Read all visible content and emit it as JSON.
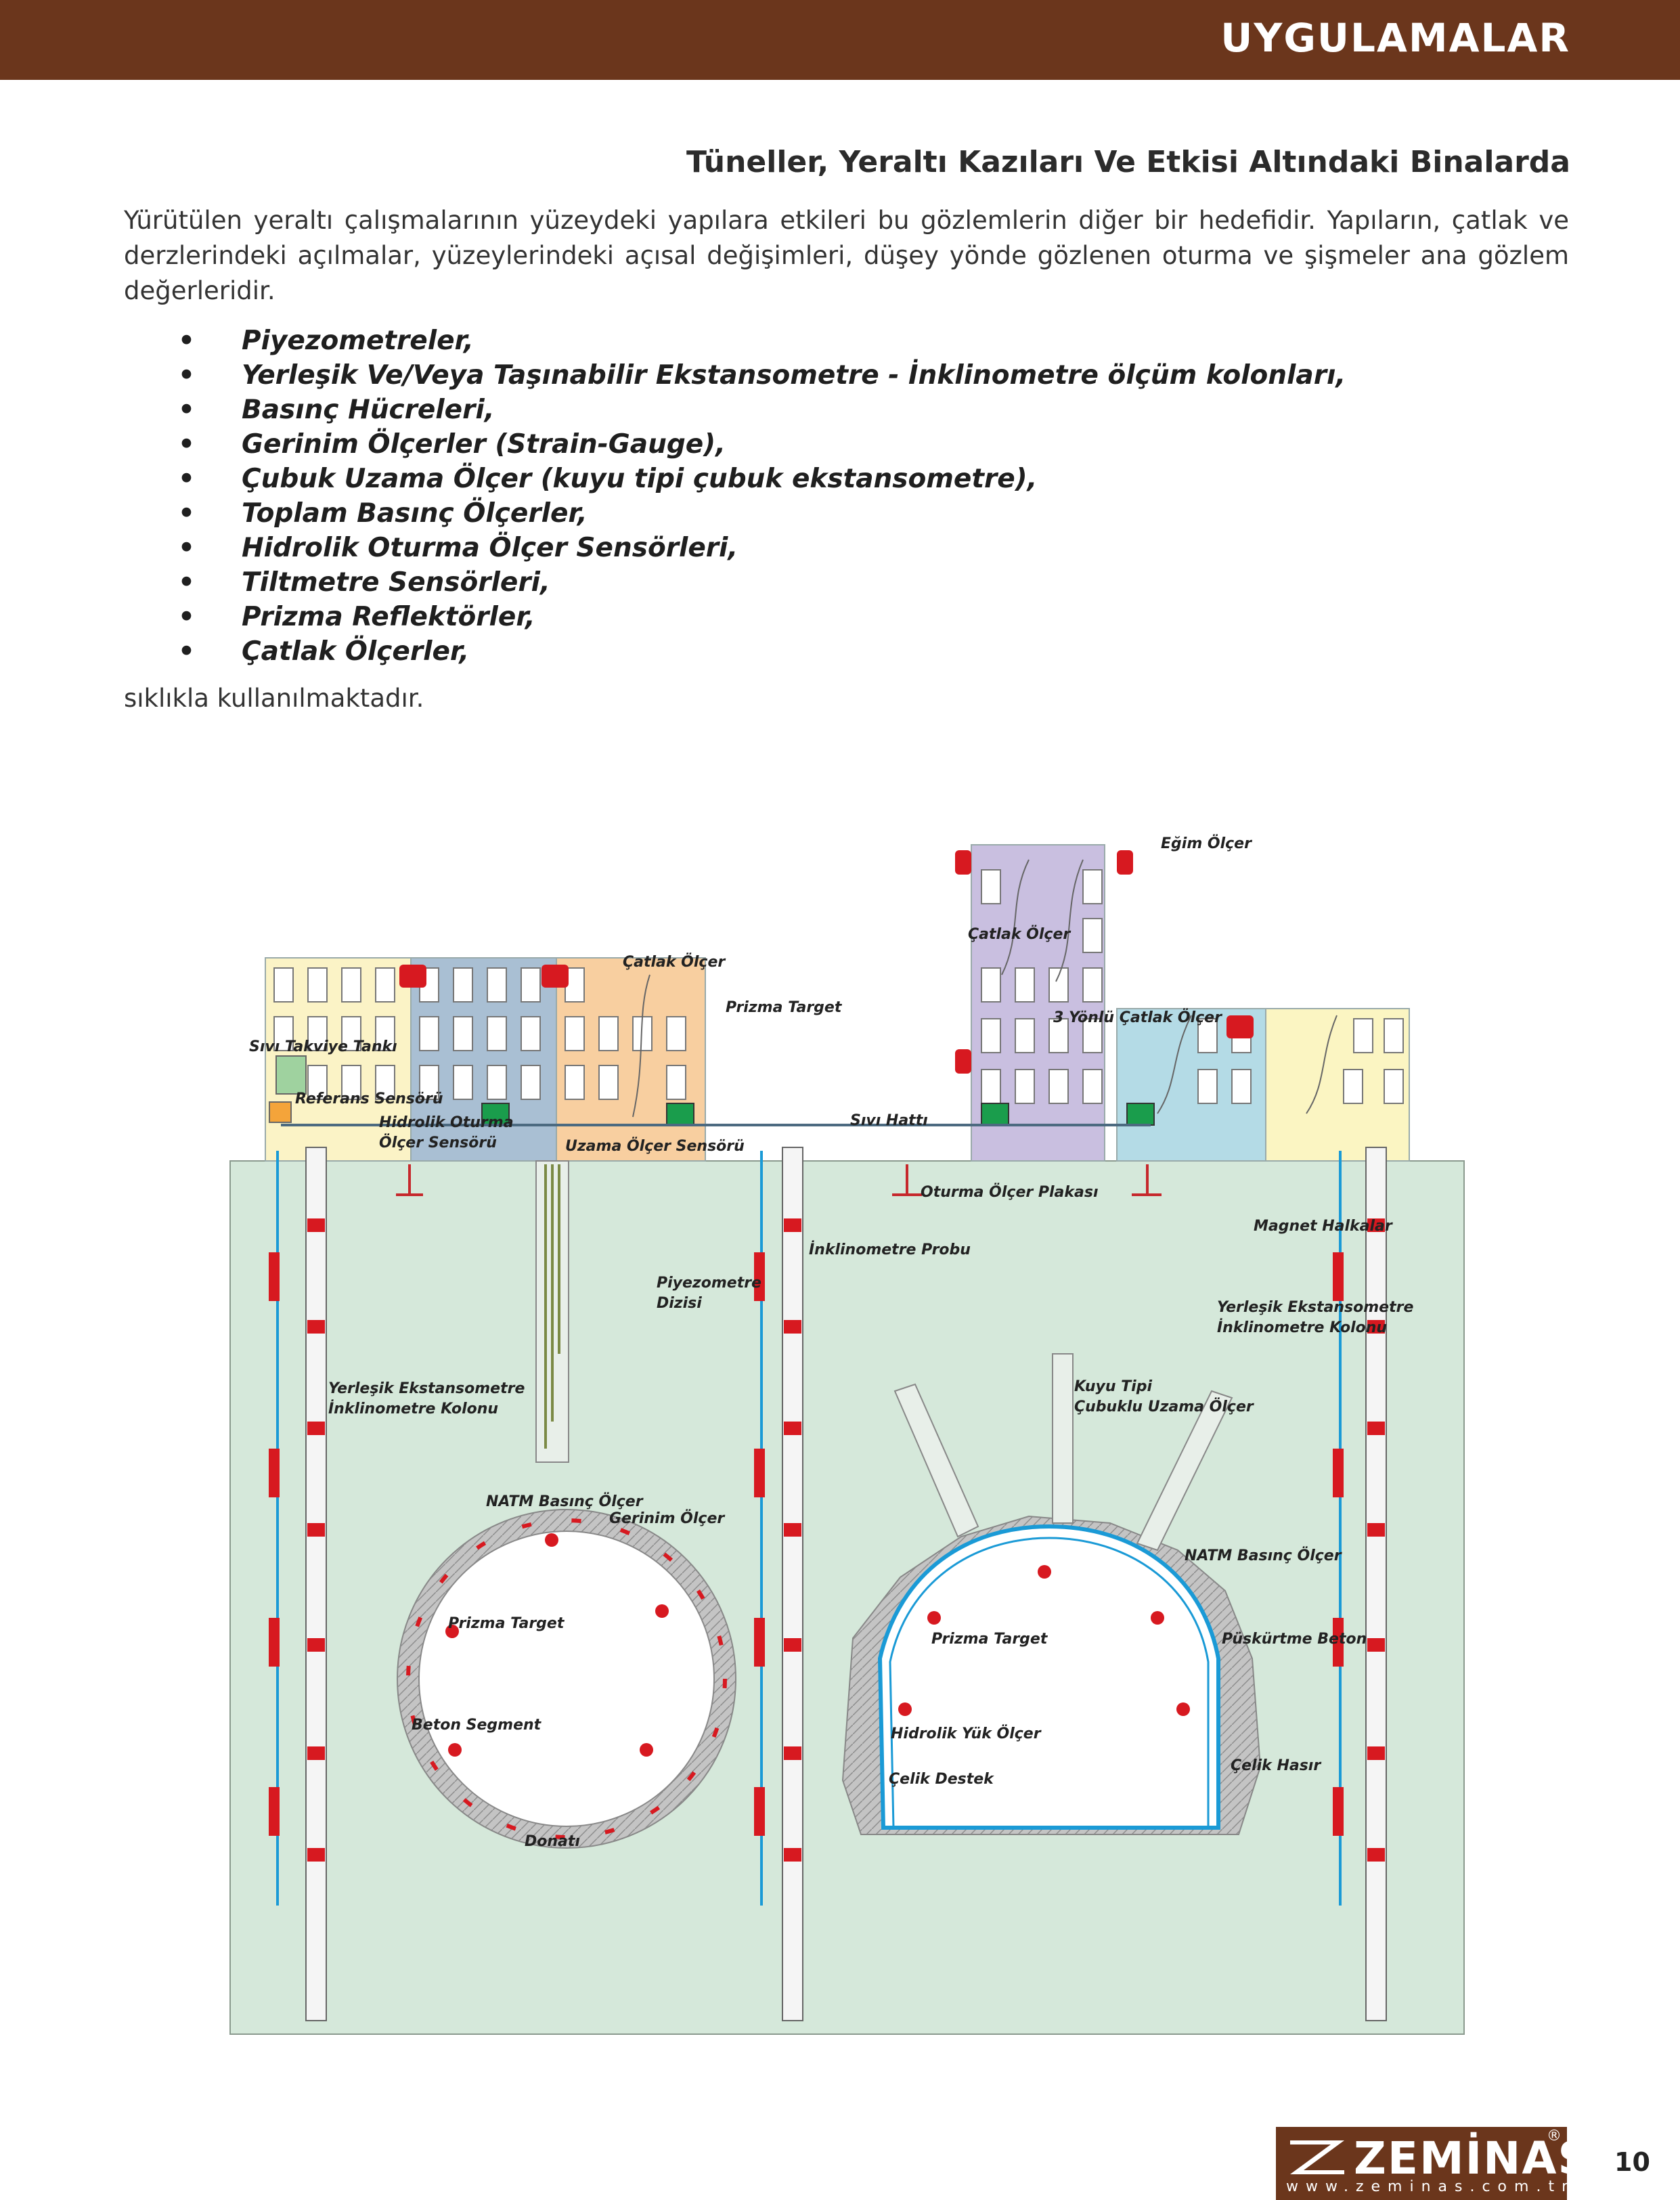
{
  "header": {
    "title": "UYGULAMALAR"
  },
  "section": {
    "title": "Tüneller, Yeraltı Kazıları Ve Etkisi Altındaki Binalarda",
    "intro": "Yürütülen yeraltı çalışmalarının yüzeydeki yapılara etkileri bu gözlemlerin diğer bir hedefidir. Yapıların, çatlak ve derzlerindeki açılmalar, yüzeylerindeki açısal değişimleri, düşey yönde gözlenen oturma ve şişmeler ana gözlem değerleridir.",
    "bullet_symbol": "•",
    "bullets": [
      "Piyezometreler,",
      "Yerleşik Ve/Veya Taşınabilir Ekstansometre - İnklinometre ölçüm kolonları,",
      "Basınç Hücreleri,",
      "Gerinim Ölçerler (Strain-Gauge),",
      "Çubuk Uzama Ölçer (kuyu tipi çubuk ekstansometre),",
      "Toplam Basınç Ölçerler,",
      "Hidrolik Oturma Ölçer Sensörleri,",
      "Tiltmetre Sensörleri,",
      "Prizma Reflektörler,",
      "Çatlak Ölçerler,"
    ],
    "closing": "sıklıkla kullanılmaktadır."
  },
  "diagram": {
    "labels": {
      "egim_olcer": "Eğim Ölçer",
      "catlak_olcer_top": "Çatlak Ölçer",
      "catlak_olcer_left": "Çatlak Ölçer",
      "prizma_target_top": "Prizma Target",
      "uc_yonlu": "3 Yönlü Çatlak Ölçer",
      "sivi_takviye": "Sıvı Takviye Tankı",
      "referans": "Referans Sensörü",
      "hidrolik_1": "Hidrolik Oturma",
      "hidrolik_2": "Ölçer Sensörü",
      "sivi_hatti": "Sıvı Hattı",
      "uzama_sensoru": "Uzama Ölçer Sensörü",
      "oturma_plakasi": "Oturma Ölçer Plakası",
      "magnet": "Magnet Halkalar",
      "inklinometre_probu": "İnklinometre Probu",
      "piyezometre_1": "Piyezometre",
      "piyezometre_2": "Dizisi",
      "yerlesik_right_1": "Yerleşik Ekstansometre",
      "yerlesik_right_2": "İnklinometre Kolonu",
      "yerlesik_left_1": "Yerleşik Ekstansometre",
      "yerlesik_left_2": "İnklinometre Kolonu",
      "kuyu_1": "Kuyu Tipi",
      "kuyu_2": "Çubuklu Uzama Ölçer",
      "natm_left": "NATM Basınç Ölçer",
      "gerinim": "Gerinim Ölçer",
      "natm_right": "NATM Basınç Ölçer",
      "prizma_left": "Prizma Target",
      "prizma_right": "Prizma Target",
      "puskurtme": "Püskürtme Beton",
      "beton_segment": "Beton Segment",
      "hidrolik_yuk": "Hidrolik Yük Ölçer",
      "celik_destek": "Çelik Destek",
      "celik_hasir": "Çelik Hasır",
      "donati": "Donatı"
    },
    "colors": {
      "ground": "#d5e8da",
      "bldg_yellow": "#fbf3c6",
      "bldg_blue": "#a9bfd3",
      "bldg_orange": "#f8cfa0",
      "bldg_purple": "#c9bfe0",
      "bldg_cyan": "#b4dbe6",
      "bldg_lightyellow": "#fbf5c2",
      "sensor_red": "#d71920",
      "shotcrete": "#b7b7b7",
      "pipe_blue": "#1a9ad6"
    }
  },
  "footer": {
    "brand": "ZEMİNAŞ",
    "registered": "®",
    "website": "www.zeminas.com.tr",
    "page_number": "10"
  }
}
